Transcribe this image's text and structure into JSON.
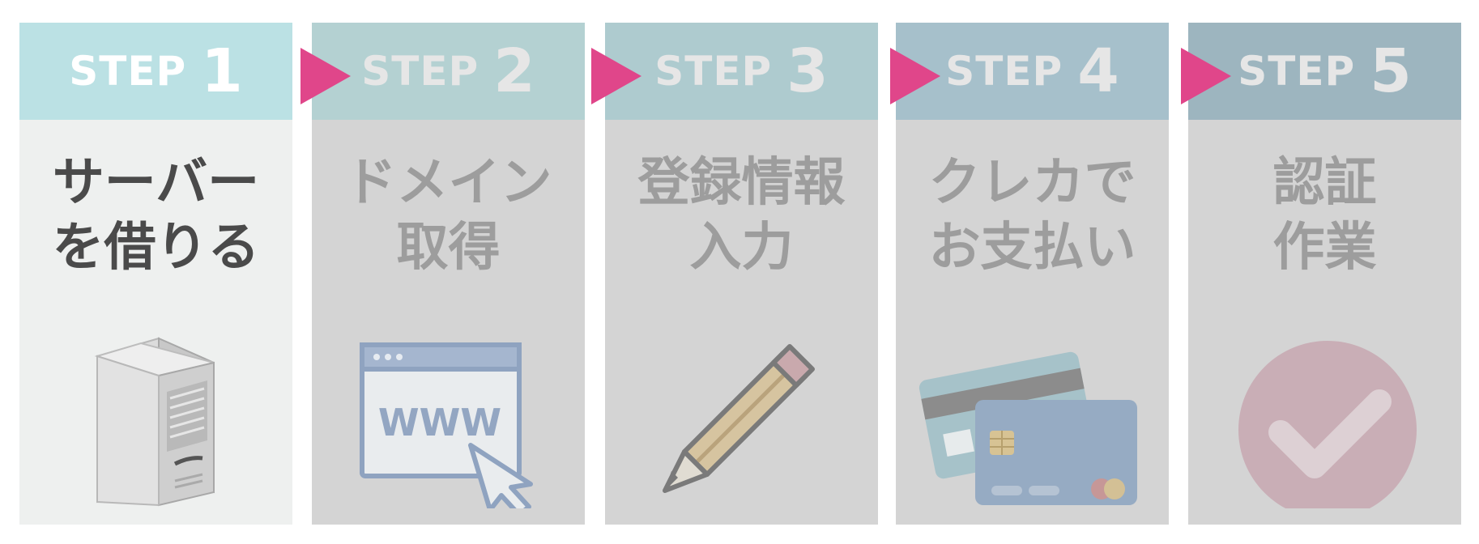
{
  "colors": {
    "arrow": "#e0468a",
    "active_panel": "#eef0ef",
    "inactive_panel": "#d4d4d4",
    "active_text": "#4a4a4a",
    "inactive_text": "#9d9d9d"
  },
  "steps": [
    {
      "word": "STEP",
      "num": "1",
      "title": [
        "サーバー",
        "を借りる"
      ],
      "icon": "server-icon",
      "active": true,
      "header_color": "#bbe1e4"
    },
    {
      "word": "STEP",
      "num": "2",
      "title": [
        "ドメイン",
        "取得"
      ],
      "icon": "browser-www-icon",
      "active": false,
      "header_color": "#b4d1d2"
    },
    {
      "word": "STEP",
      "num": "3",
      "title": [
        "登録情報",
        "入力"
      ],
      "icon": "pencil-icon",
      "active": false,
      "header_color": "#aecbcf"
    },
    {
      "word": "STEP",
      "num": "4",
      "title": [
        "クレカで",
        "お支払い"
      ],
      "icon": "credit-card-icon",
      "active": false,
      "header_color": "#a6c0cb"
    },
    {
      "word": "STEP",
      "num": "5",
      "title": [
        "認証",
        "作業"
      ],
      "icon": "check-circle-icon",
      "active": false,
      "header_color": "#9db5bf"
    }
  ],
  "arrows": [
    {
      "icon": "next-arrow-icon"
    },
    {
      "icon": "next-arrow-icon"
    },
    {
      "icon": "next-arrow-icon"
    },
    {
      "icon": "next-arrow-icon"
    }
  ]
}
